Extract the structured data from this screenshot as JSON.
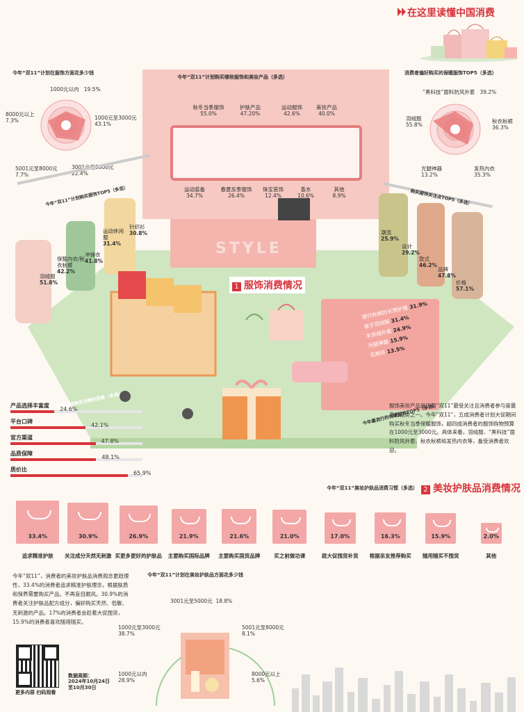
{
  "header": {
    "title": "在这里读懂中国消费"
  },
  "section1": {
    "title": "服饰消费情况",
    "number": "1"
  },
  "section2": {
    "title": "美妆护肤品消费情况",
    "number": "2"
  },
  "chart_data": [
    {
      "type": "radar",
      "title": "今年“双11”计划在服饰方面花多少钱",
      "categories": [
        "1000元以内",
        "1000元至3000元",
        "3001元至5000元",
        "5001元至8000元",
        "8000元以上"
      ],
      "values": [
        19.5,
        43.1,
        22.4,
        7.7,
        7.3
      ],
      "value_labels": [
        "19.5%",
        "43.1%",
        "22.4%",
        "7.7%",
        "7.3%"
      ]
    },
    {
      "type": "table",
      "title": "今年“双11”计划购买哪些服饰和美妆产品（多选）",
      "categories": [
        "秋冬当季服饰",
        "护肤产品",
        "运动服饰",
        "美妆产品",
        "运动装备",
        "春夏反季服饰",
        "珠宝首饰",
        "香水",
        "其他"
      ],
      "values": [
        55.0,
        47.2,
        42.6,
        40.0,
        34.7,
        26.4,
        12.4,
        10.6,
        8.9
      ],
      "value_labels": [
        "55.0%",
        "47.20%",
        "42.6%",
        "40.0%",
        "34.7%",
        "26.4%",
        "12.4%",
        "10.6%",
        "8.9%"
      ]
    },
    {
      "type": "radar",
      "title": "消费者偏好购买的保暖服饰TOP5（多选）",
      "categories": [
        "“黑科技”面料防风外套",
        "秋衣秋裤",
        "发热内衣",
        "光腿神器",
        "羽绒服"
      ],
      "values": [
        39.2,
        36.3,
        35.3,
        13.2,
        55.8
      ],
      "value_labels": [
        "39.2%",
        "36.3%",
        "35.3%",
        "13.2%",
        "55.8%"
      ]
    },
    {
      "type": "bar",
      "title": "今年“双11”计划购买服饰TOP5（多选）",
      "categories": [
        "羽绒服",
        "保暖内衣/秋衣秋裤",
        "冲锋衣",
        "运动休闲服",
        "针织衫"
      ],
      "values": [
        51.8,
        42.2,
        41.8,
        31.4,
        30.8
      ],
      "value_labels": [
        "51.8%",
        "42.2%",
        "41.8%",
        "31.4%",
        "30.8%"
      ]
    },
    {
      "type": "bar",
      "title": "购买服饰关注点TOP5（多选）",
      "categories": [
        "潮流",
        "设计",
        "款式",
        "品牌",
        "价格"
      ],
      "values": [
        25.9,
        29.2,
        46.2,
        47.8,
        57.1
      ],
      "value_labels": [
        "25.9%",
        "29.2%",
        "46.2%",
        "47.8%",
        "57.1%"
      ]
    },
    {
      "type": "bar",
      "title": "今年最流行的保暖服饰TOP5（多选）",
      "categories": [
        "替代秋裤的长筒护膝",
        "被子羽绒服",
        "羊羔绒外套",
        "光腿神器",
        "花棉袄"
      ],
      "values": [
        31.9,
        31.4,
        24.9,
        15.9,
        13.5
      ],
      "value_labels": [
        "31.9%",
        "31.4%",
        "24.9%",
        "15.9%",
        "13.5%"
      ]
    },
    {
      "type": "bar",
      "title": "影响服饰购买决策的因素（多选）",
      "categories": [
        "产品选择丰富度",
        "平台口碑",
        "官方渠道",
        "品质保障",
        "质价比"
      ],
      "values": [
        24.6,
        42.1,
        47.8,
        48.1,
        65.9
      ],
      "value_labels": [
        "24.6%",
        "42.1%",
        "47.8%",
        "48.1%",
        "65.9%"
      ],
      "xlim": [
        0,
        100
      ]
    },
    {
      "type": "bar",
      "title": "今年“双11”美妆护肤品消费习惯（多选）",
      "categories": [
        "追求精准护肤",
        "关注成分天然无刺激",
        "买更多更好的护肤品",
        "主要购买国际品牌",
        "主要购买国货品牌",
        "买之前做功课",
        "趁大促囤货补货",
        "根据亲友推荐购买",
        "随用随买不囤货",
        "其他"
      ],
      "values": [
        33.4,
        30.9,
        26.9,
        21.9,
        21.6,
        21.0,
        17.0,
        16.3,
        15.9,
        2.0
      ],
      "value_labels": [
        "33.4%",
        "30.9%",
        "26.9%",
        "21.9%",
        "21.6%",
        "21.0%",
        "17.0%",
        "16.3%",
        "15.9%",
        "2.0%"
      ]
    },
    {
      "type": "pie",
      "title": "今年“双11”计划在美妆护肤品方面花多少钱",
      "categories": [
        "3001元至5000元",
        "5001元至8000元",
        "8000元以上",
        "1000元以内",
        "1000元至3000元"
      ],
      "values": [
        18.8,
        8.1,
        5.6,
        28.9,
        38.7
      ],
      "value_labels": [
        "18.8%",
        "8.1%",
        "5.6%",
        "28.9%",
        "38.7%"
      ]
    }
  ],
  "text": {
    "right_para": "服饰美妆产品是历届“双11”最受关注且消费者参与度最高的品类之一。今年“双11”，五成消费者计划大促期间购买秋冬当季保暖服饰，超四成消费者的服饰购物预算在1000元至3000元。具体来看，羽绒服、“黑科技”面料防风外套、秋衣秋裤和发热内衣等，备受消费者欢迎。",
    "left_para": "今年“双11”，消费者的美妆护肤品消费观念更趋理性，33.4%的消费者追求精准护肤理念，根据肤质和保养需要购买产品。不再盲目跟风。30.9%的消费者关注护肤品配方成分，偏好购买天然、低敏、无刺激的产品。17%的消费者会趁着大促囤货，15.9%的消费者喜欢随用随买。",
    "data_period_label": "数据周期：",
    "data_period_1": "2024年10月24日",
    "data_period_2": "至10月30日",
    "qr_caption": "更多内容 扫码观看",
    "store_sign": "STYLE"
  },
  "colors": {
    "accent": "#d8343c",
    "pink": "#f3a7a7",
    "green": "#b9d9a8",
    "orange": "#f0954e"
  }
}
